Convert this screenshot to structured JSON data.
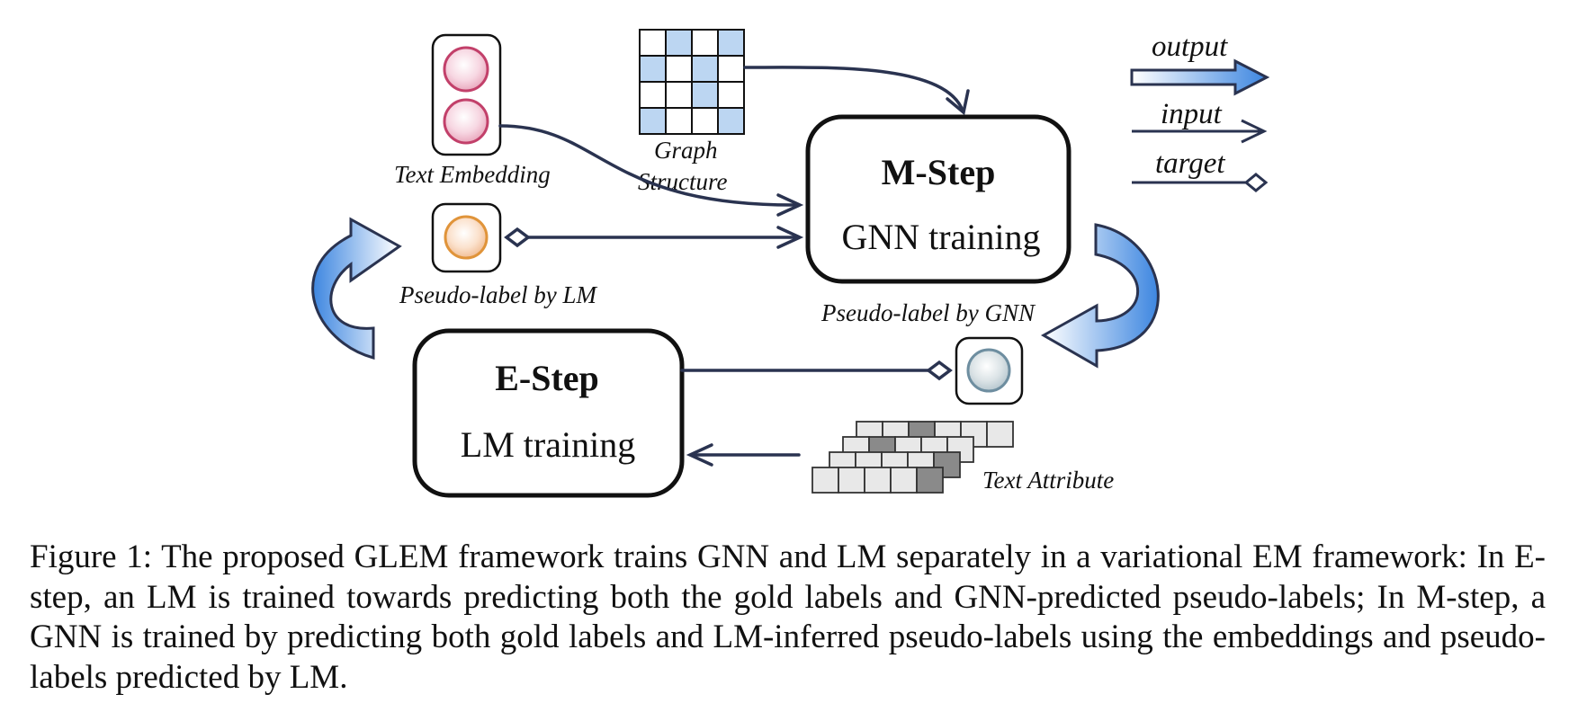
{
  "legend": {
    "output": "output",
    "input": "input",
    "target": "target"
  },
  "nodes": {
    "text_embedding": "Text Embedding",
    "graph_structure_line1": "Graph",
    "graph_structure_line2": "Structure",
    "pseudo_label_lm": "Pseudo-label by LM",
    "pseudo_label_gnn": "Pseudo-label by GNN",
    "text_attribute": "Text Attribute"
  },
  "m_step": {
    "title": "M-Step",
    "subtitle": "GNN training"
  },
  "e_step": {
    "title": "E-Step",
    "subtitle": "LM training"
  },
  "caption": {
    "label": "Figure 1:",
    "text": "The proposed GLEM framework trains GNN and LM separately in a variational EM framework: In E-step, an LM is trained towards predicting both the gold labels and GNN-predicted pseudo-labels; In M-step, a GNN is trained by predicting both gold labels and LM-inferred pseudo-labels using the embeddings and pseudo-labels predicted by LM."
  },
  "colors": {
    "arrow": "#2a3350",
    "grid_fill": "#bcd6f2",
    "pink_node": "#c2406a",
    "orange_node": "#e0943a",
    "gray_node": "#6e8ea0",
    "curved_arrow_blue": "#3d86e0",
    "attr_dark": "#8a8a8a",
    "attr_light": "#e8e8e8"
  }
}
